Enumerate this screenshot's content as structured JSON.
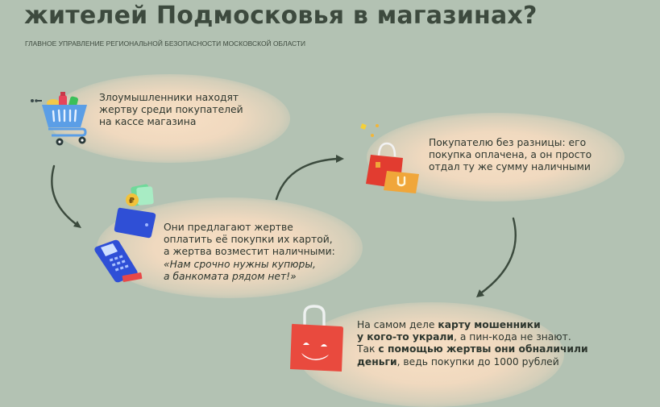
{
  "header": {
    "title": "жителей Подмосковья в магазинах?",
    "subtitle": "ГЛАВНОЕ УПРАВЛЕНИЕ РЕГИОНАЛЬНОЙ БЕЗОПАСНОСТИ МОСКОВСКОЙ ОБЛАСТИ"
  },
  "steps": [
    {
      "icon": "shopping-cart-icon",
      "lines": [
        "Злоумышленники находят",
        "жертву среди покупателей",
        "на кассе магазина"
      ]
    },
    {
      "icon": "wallet-and-card-terminal-icon",
      "lines": [
        "Они предлагают жертве",
        "оплатить её покупки их картой,",
        "а жертва возместит наличными:"
      ],
      "quote_lines": [
        "«Нам срочно нужны купюры,",
        "а банкомата рядом нет!»"
      ]
    },
    {
      "icon": "shopping-bags-icon",
      "lines": [
        "Покупателю без разницы: его",
        "покупка оплачена, а он просто",
        "отдал ту же сумму наличными"
      ]
    },
    {
      "icon": "smiling-shopping-bag-icon",
      "line1_regular": "На самом деле ",
      "line1_bold": "карту мошенники",
      "line2_bold": "у кого-то украли",
      "line2_regular": ", а пин-кода не знают.",
      "line3_regular": "Так ",
      "line3_bold": "с помощью жертвы они обналичили",
      "line4_bold": "деньги",
      "line4_regular": ", ведь покупки до 1000 рублей"
    }
  ],
  "colors": {
    "background": "#b3c2b3",
    "title": "#3d4a3e",
    "arrow": "#3b4a3d",
    "glow": "#f5ddc2",
    "cart_blue": "#5b9ee6",
    "wallet_blue": "#2f4fd6",
    "bag_red": "#e8443c",
    "bag_orange": "#f0a63a"
  }
}
